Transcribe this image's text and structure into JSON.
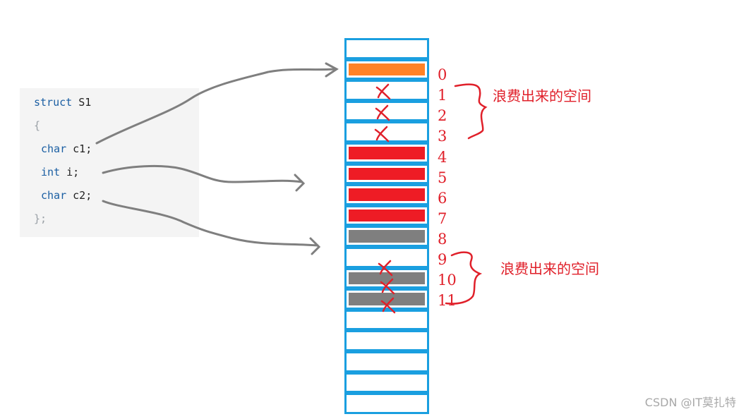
{
  "code": {
    "lines": [
      {
        "keyword": "struct",
        "rest": " S1",
        "type": "kw"
      },
      {
        "text": "{",
        "type": "punc"
      },
      {
        "keyword": "char",
        "rest": " c1;",
        "type": "kw"
      },
      {
        "keyword": "int",
        "rest": " i;",
        "type": "kw"
      },
      {
        "keyword": "char",
        "rest": " c2;",
        "type": "kw"
      },
      {
        "text": "};",
        "type": "punc"
      }
    ]
  },
  "memory": {
    "colors": {
      "empty": "#ffffff",
      "c1": "#ff8225",
      "i": "#ee1c25",
      "c2": "#7f7f7f",
      "border": "#1a9fe0"
    },
    "cells": [
      {
        "fill": "empty",
        "crossed": false
      },
      {
        "fill": "c1",
        "crossed": false
      },
      {
        "fill": "empty",
        "crossed": true
      },
      {
        "fill": "empty",
        "crossed": true
      },
      {
        "fill": "empty",
        "crossed": true
      },
      {
        "fill": "i",
        "crossed": false
      },
      {
        "fill": "i",
        "crossed": false
      },
      {
        "fill": "i",
        "crossed": false
      },
      {
        "fill": "i",
        "crossed": false
      },
      {
        "fill": "c2",
        "crossed": false
      },
      {
        "fill": "empty",
        "crossed": true
      },
      {
        "fill": "c2",
        "crossed": true
      },
      {
        "fill": "c2",
        "crossed": true
      },
      {
        "fill": "empty",
        "crossed": false
      },
      {
        "fill": "empty",
        "crossed": false
      },
      {
        "fill": "empty",
        "crossed": false
      },
      {
        "fill": "empty",
        "crossed": false
      },
      {
        "fill": "empty",
        "crossed": false
      }
    ],
    "indices": [
      "0",
      "1",
      "2",
      "3",
      "4",
      "5",
      "6",
      "7",
      "8",
      "9",
      "10",
      "11"
    ]
  },
  "annotations": {
    "waste_1": "浪费出来的空间",
    "waste_2": "浪费出来的空间"
  },
  "watermark": "CSDN @IT莫扎特"
}
